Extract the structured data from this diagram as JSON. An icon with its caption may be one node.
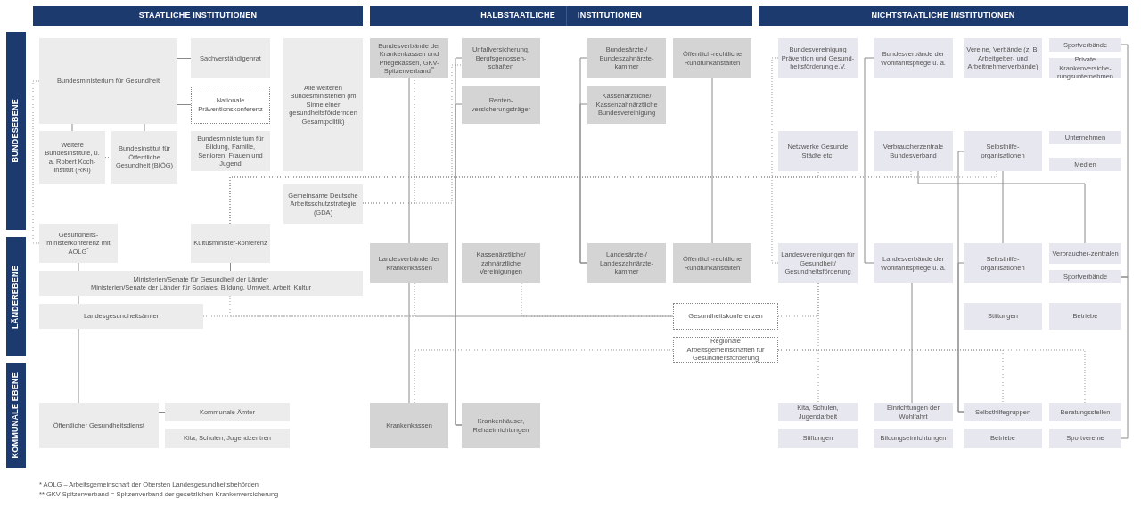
{
  "diagram": {
    "nodes": [
      {
        "text": [
          "STAATLICHE INSTITUTIONEN"
        ]
      },
      {
        "text": [
          "HALBSTAATLICHE",
          "INSTITUTIONEN"
        ]
      },
      {
        "text": [
          "NICHTSTAATLICHE INSTITUTIONEN"
        ]
      },
      {
        "text": [
          "BUNDESEBENE"
        ]
      },
      {
        "text": [
          "LÄNDEREBENE"
        ]
      },
      {
        "text": [
          "KOMMUNALE EBENE"
        ]
      },
      {
        "text": [
          "Bundesministerium für Gesundheit"
        ]
      },
      {
        "text": [
          "Sachverständigenrat"
        ]
      },
      {
        "text": [
          "Nationale Präventionskonferenz"
        ]
      },
      {
        "text": [
          "Weitere Bundesinstitute, u. a. Robert Koch-Institut (RKI)"
        ]
      },
      {
        "text": [
          "Bundesinstitut für Öffentliche Gesundheit (BIÖG)"
        ]
      },
      {
        "text": [
          "Bundesministerium für Bildung, Familie, Senioren, Frauen und Jugend"
        ]
      },
      {
        "text": [
          "Alle weiteren Bundesministerien (im Sinne einer gesundheitsfördernden Gesamtpolitik)"
        ]
      },
      {
        "text": [
          "Gemeinsame Deutsche Arbeitsschutzstrategie (GDA)"
        ]
      },
      {
        "text": [
          "Gesundheits-ministerkonferenz mit AOLG$^{*}$"
        ]
      },
      {
        "text": [
          "Kultusminister-konferenz"
        ]
      },
      {
        "text": [
          "Ministerien/Senate für Gesundheit der Länder",
          "Ministerien/Senate der Länder für Soziales, Bildung, Umwelt, Arbeit, Kultur"
        ]
      },
      {
        "text": [
          "Landesgesundheitsämter"
        ]
      },
      {
        "text": [
          "Öffentlicher Gesundheitsdienst"
        ]
      },
      {
        "text": [
          "Kommunale Ämter"
        ]
      },
      {
        "text": [
          "Kita, Schulen, Jugendzentren"
        ]
      },
      {
        "text": [
          "Bundesverbände der Krankenkassen und Pflegekassen, GKV-Spitzenverband$^{**}$"
        ]
      },
      {
        "text": [
          "Unfallversicherung, Berufsgenossen-schaften"
        ]
      },
      {
        "text": [
          "Renten-versicherungsträger"
        ]
      },
      {
        "text": [
          "Bundesärzte-/ Bundeszahnärzte-kammer"
        ]
      },
      {
        "text": [
          "Kassenärztliche/ Kassenzahnärztliche Bundesvereinigung"
        ]
      },
      {
        "text": [
          "Öffentlich-rechtliche Rundfunkanstalten"
        ]
      },
      {
        "text": [
          "Landesverbände der Krankenkassen"
        ]
      },
      {
        "text": [
          "Kassenärztliche/ zahnärztliche Vereinigungen"
        ]
      },
      {
        "text": [
          "Landesärzte-/ Landeszahnärzte-kammer"
        ]
      },
      {
        "text": [
          "Öffentlich-rechtliche Rundfunkanstalten"
        ]
      },
      {
        "text": [
          "Gesundheitskonferenzen"
        ]
      },
      {
        "text": [
          "Regionale Arbeitsgemeinschaften für Gesundheitsförderung"
        ]
      },
      {
        "text": [
          "Krankenkassen"
        ]
      },
      {
        "text": [
          "Krankenhäuser, Rehaeinrichtungen"
        ]
      },
      {
        "text": [
          "Bundesvereinigung Prävention und Gesund-heitsförderung e.V."
        ]
      },
      {
        "text": [
          "Bundesverbände der Wohlfahrtspflege u. a."
        ]
      },
      {
        "text": [
          "Vereine, Verbände (z. B. Arbeitgeber- und Arbeitnehmerverbände)"
        ]
      },
      {
        "text": [
          "Sportverbände"
        ]
      },
      {
        "text": [
          "Private Krankenversiche-rungsunternehmen"
        ]
      },
      {
        "text": [
          "Netzwerke Gesunde Städte etc."
        ]
      },
      {
        "text": [
          "Verbraucherzentrale Bundesverband"
        ]
      },
      {
        "text": [
          "Selbsthilfe-organisationen"
        ]
      },
      {
        "text": [
          "Unternehmen"
        ]
      },
      {
        "text": [
          "Medien"
        ]
      },
      {
        "text": [
          "Landesvereinigungen für Gesundheit/ Gesundheitsförderung"
        ]
      },
      {
        "text": [
          "Landesverbände der Wohlfahrtspflege u. a."
        ]
      },
      {
        "text": [
          "Selbsthilfe-organisationen"
        ]
      },
      {
        "text": [
          "Verbraucher-zentralen"
        ]
      },
      {
        "text": [
          "Sportverbände"
        ]
      },
      {
        "text": [
          "Stiftungen"
        ]
      },
      {
        "text": [
          "Betriebe"
        ]
      },
      {
        "text": [
          "Kita, Schulen, Jugendarbeit"
        ]
      },
      {
        "text": [
          "Einrichtungen der Wohlfahrt"
        ]
      },
      {
        "text": [
          "Selbsthilfegruppen"
        ]
      },
      {
        "text": [
          "Beratungsstellen"
        ]
      },
      {
        "text": [
          "Stiftungen"
        ]
      },
      {
        "text": [
          "Bildungseinrichtungen"
        ]
      },
      {
        "text": [
          "Betriebe"
        ]
      },
      {
        "text": [
          "Sportvereine"
        ]
      }
    ],
    "edges": [
      {
        "from": 6,
        "to": 7,
        "arrow": "none"
      },
      {
        "from": 6,
        "to": 8,
        "arrow": "none"
      },
      {
        "from": 6,
        "to": 9,
        "arrow": "none"
      },
      {
        "from": 6,
        "to": 10,
        "arrow": "none"
      },
      {
        "from": 9,
        "to": 10,
        "arrow": "none",
        "style": "dashed"
      },
      {
        "from": 6,
        "to": 14,
        "arrow": "none",
        "style": "dashed"
      },
      {
        "from": 14,
        "to": 16,
        "arrow": "none"
      },
      {
        "from": 15,
        "to": 16,
        "arrow": "none"
      },
      {
        "from": 16,
        "to": 17,
        "arrow": "none"
      },
      {
        "from": 17,
        "to": 18,
        "arrow": "none"
      },
      {
        "from": 18,
        "to": 19,
        "arrow": "none"
      },
      {
        "from": 21,
        "to": 27,
        "arrow": "none"
      },
      {
        "from": 27,
        "to": 33,
        "arrow": "none"
      },
      {
        "from": 13,
        "to": 21,
        "arrow": "none",
        "style": "dashed"
      },
      {
        "from": 13,
        "to": 22,
        "arrow": "none",
        "style": "dashed"
      },
      {
        "from": 22,
        "to": 34,
        "arrow": "none"
      },
      {
        "from": 23,
        "to": 34,
        "arrow": "none"
      },
      {
        "from": 24,
        "to": 29,
        "arrow": "none"
      },
      {
        "from": 25,
        "to": 29,
        "arrow": "none"
      },
      {
        "from": 26,
        "to": 30,
        "arrow": "none"
      },
      {
        "from": 15,
        "to": 40,
        "arrow": "none",
        "style": "dashed"
      },
      {
        "from": 15,
        "to": 41,
        "arrow": "none",
        "style": "dashed"
      },
      {
        "from": 15,
        "to": 42,
        "arrow": "none",
        "style": "dashed"
      },
      {
        "from": 16,
        "to": 31,
        "arrow": "none",
        "style": "dashed"
      },
      {
        "from": 17,
        "to": 31,
        "arrow": "none",
        "style": "dashed"
      },
      {
        "from": 27,
        "to": 31,
        "arrow": "none",
        "style": "dashed"
      },
      {
        "from": 28,
        "to": 31,
        "arrow": "none",
        "style": "dashed"
      },
      {
        "from": 31,
        "to": 45,
        "arrow": "none",
        "style": "dashed"
      },
      {
        "from": 45,
        "to": 52,
        "arrow": "none",
        "style": "dashed"
      },
      {
        "from": 32,
        "to": 33,
        "arrow": "none",
        "style": "dashed"
      },
      {
        "from": 32,
        "to": 54,
        "arrow": "none",
        "style": "dashed"
      },
      {
        "from": 32,
        "to": 55,
        "arrow": "none",
        "style": "dashed"
      },
      {
        "from": 35,
        "to": 45,
        "arrow": "none",
        "style": "dashed"
      },
      {
        "from": 36,
        "to": 46,
        "arrow": "none"
      },
      {
        "from": 46,
        "to": 53,
        "arrow": "none"
      },
      {
        "from": 41,
        "to": 48,
        "arrow": "none"
      },
      {
        "from": 42,
        "to": 47,
        "arrow": "none"
      },
      {
        "from": 42,
        "to": 54,
        "arrow": "none"
      },
      {
        "from": 47,
        "to": 54,
        "arrow": "none"
      },
      {
        "from": 38,
        "to": 49,
        "arrow": "none"
      },
      {
        "from": 49,
        "to": 59,
        "arrow": "none"
      }
    ],
    "labels": [
      "* AOLG – Arbeitsgemeinschaft der Obersten Landesgesundheitsbehörden",
      "** GKV-Spitzenverband = Spitzenverband der gesetzlichen Krankenversicherung"
    ]
  }
}
